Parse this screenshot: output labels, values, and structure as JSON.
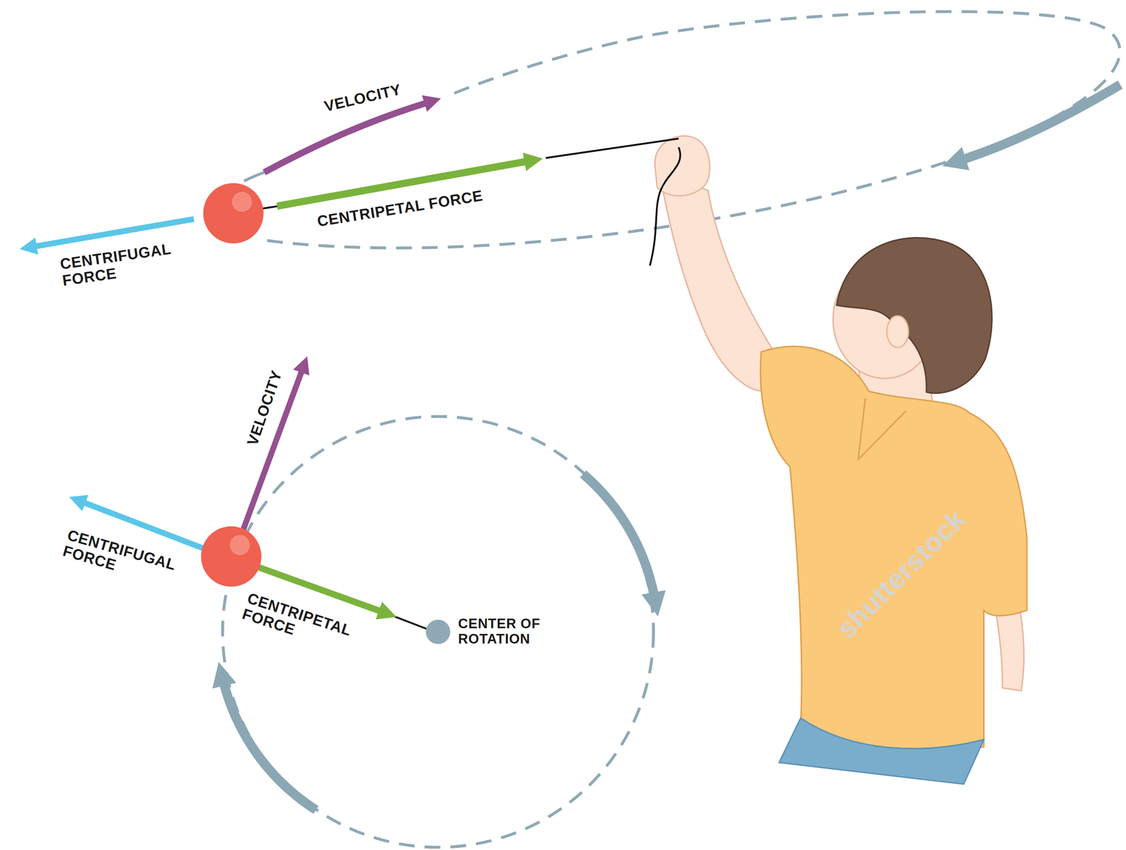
{
  "diagram": {
    "labels": [
      "VELOCITY",
      "CENTRIPETAL FORCE",
      "CENTRIFUGAL FORCE",
      "VELOCITY",
      "CENTRIFUGAL FORCE",
      "CENTRIPETAL FORCE",
      "CENTER OF ROTATION",
      "shutterstock"
    ]
  }
}
